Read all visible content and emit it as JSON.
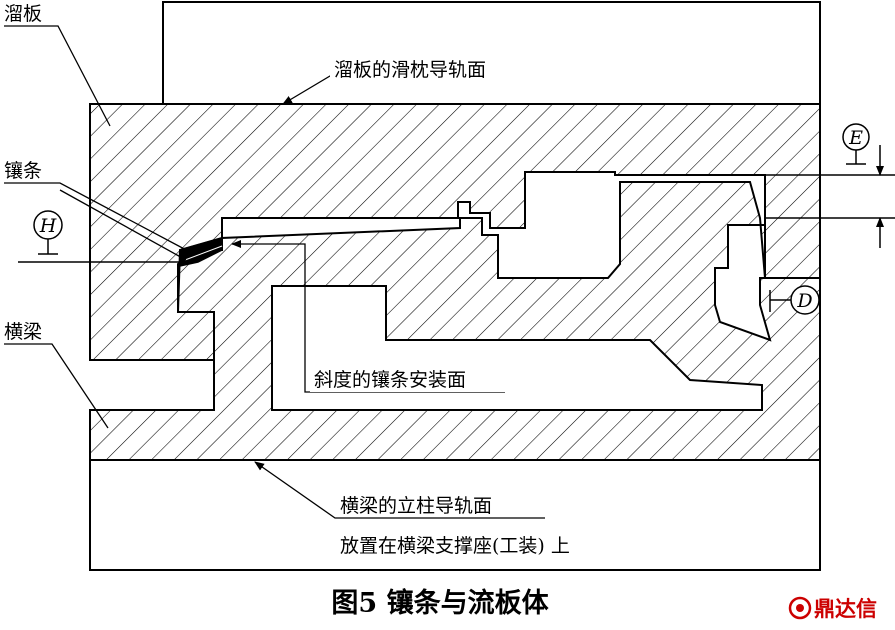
{
  "labels": {
    "liuban": "溜板",
    "guide_surface": "溜板的滑枕导轨面",
    "xiangtiao": "镶条",
    "hengliang": "横梁",
    "install_surface": "斜度的镶条安装面",
    "column_guide": "横梁的立柱导轨面",
    "placement": "放置在横梁支撑座(工装) 上"
  },
  "refs": {
    "E": "E",
    "H": "H",
    "D": "D"
  },
  "caption": "图5  镶条与流板体",
  "watermark": {
    "text": "鼎达信",
    "color": "#cc0000"
  },
  "colors": {
    "line": "#000000",
    "hatch": "#000000",
    "background": "#ffffff"
  }
}
